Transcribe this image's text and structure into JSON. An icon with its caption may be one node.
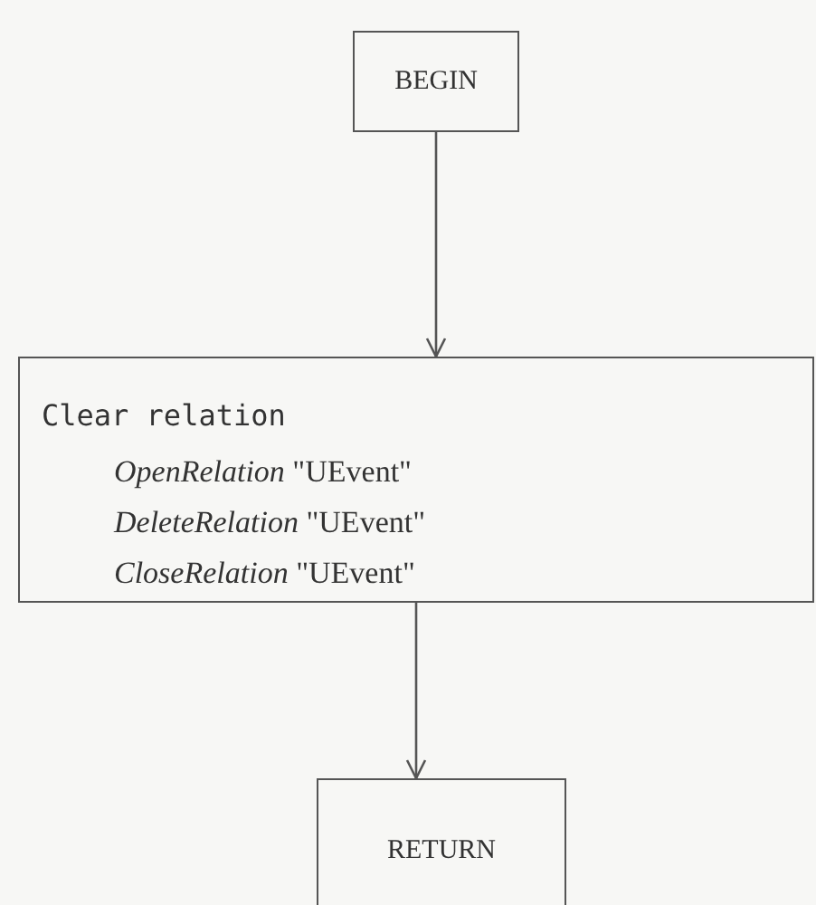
{
  "diagram": {
    "nodes": [
      {
        "text": [
          "BEGIN"
        ]
      },
      {
        "text": [
          "Clear relation",
          "*OpenRelation* \"UEvent\"",
          "*DeleteRelation* \"UEvent\"",
          "*CloseRelation* \"UEvent\""
        ]
      },
      {
        "text": [
          "RETURN"
        ]
      }
    ],
    "edges": [
      {
        "from": 0,
        "to": 1,
        "arrow": "to"
      },
      {
        "from": 1,
        "to": 2,
        "arrow": "to"
      }
    ]
  }
}
